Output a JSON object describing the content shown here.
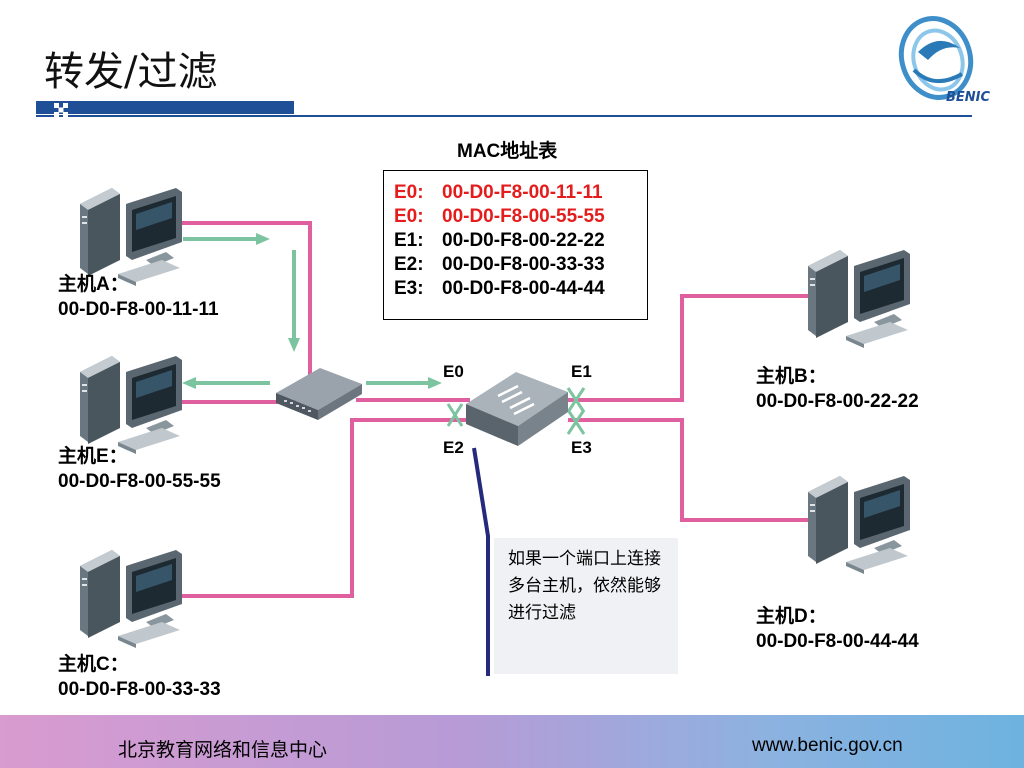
{
  "title": "转发/过滤",
  "logo": {
    "text": "BENIC"
  },
  "mac_table": {
    "title": "MAC地址表",
    "rows": [
      {
        "port": "E0:",
        "mac": "00-D0-F8-00-11-11",
        "highlight": true
      },
      {
        "port": "E0:",
        "mac": "00-D0-F8-00-55-55",
        "highlight": true
      },
      {
        "port": "E1:",
        "mac": "00-D0-F8-00-22-22",
        "highlight": false
      },
      {
        "port": "E2:",
        "mac": "00-D0-F8-00-33-33",
        "highlight": false
      },
      {
        "port": "E3:",
        "mac": "00-D0-F8-00-44-44",
        "highlight": false
      }
    ]
  },
  "hosts": {
    "a": {
      "name": "主机A：",
      "mac": "00-D0-F8-00-11-11"
    },
    "e": {
      "name": "主机E：",
      "mac": "00-D0-F8-00-55-55"
    },
    "c": {
      "name": "主机C：",
      "mac": "00-D0-F8-00-33-33"
    },
    "b": {
      "name": "主机B：",
      "mac": "00-D0-F8-00-22-22"
    },
    "d": {
      "name": "主机D：",
      "mac": "00-D0-F8-00-44-44"
    }
  },
  "ports": {
    "e0": "E0",
    "e1": "E1",
    "e2": "E2",
    "e3": "E3"
  },
  "callout": {
    "text": "如果一个端口上连接多台主机，依然能够进行过滤"
  },
  "footer": {
    "org": "北京教育网络和信息中心",
    "url": "www.benic.gov.cn"
  },
  "colors": {
    "link": "#e0609f",
    "arrow": "#7cc4a0",
    "block": "#7cc4a0",
    "callout_line": "#262a7c",
    "highlight": "#e41c1c",
    "rule": "#1f4f96"
  }
}
